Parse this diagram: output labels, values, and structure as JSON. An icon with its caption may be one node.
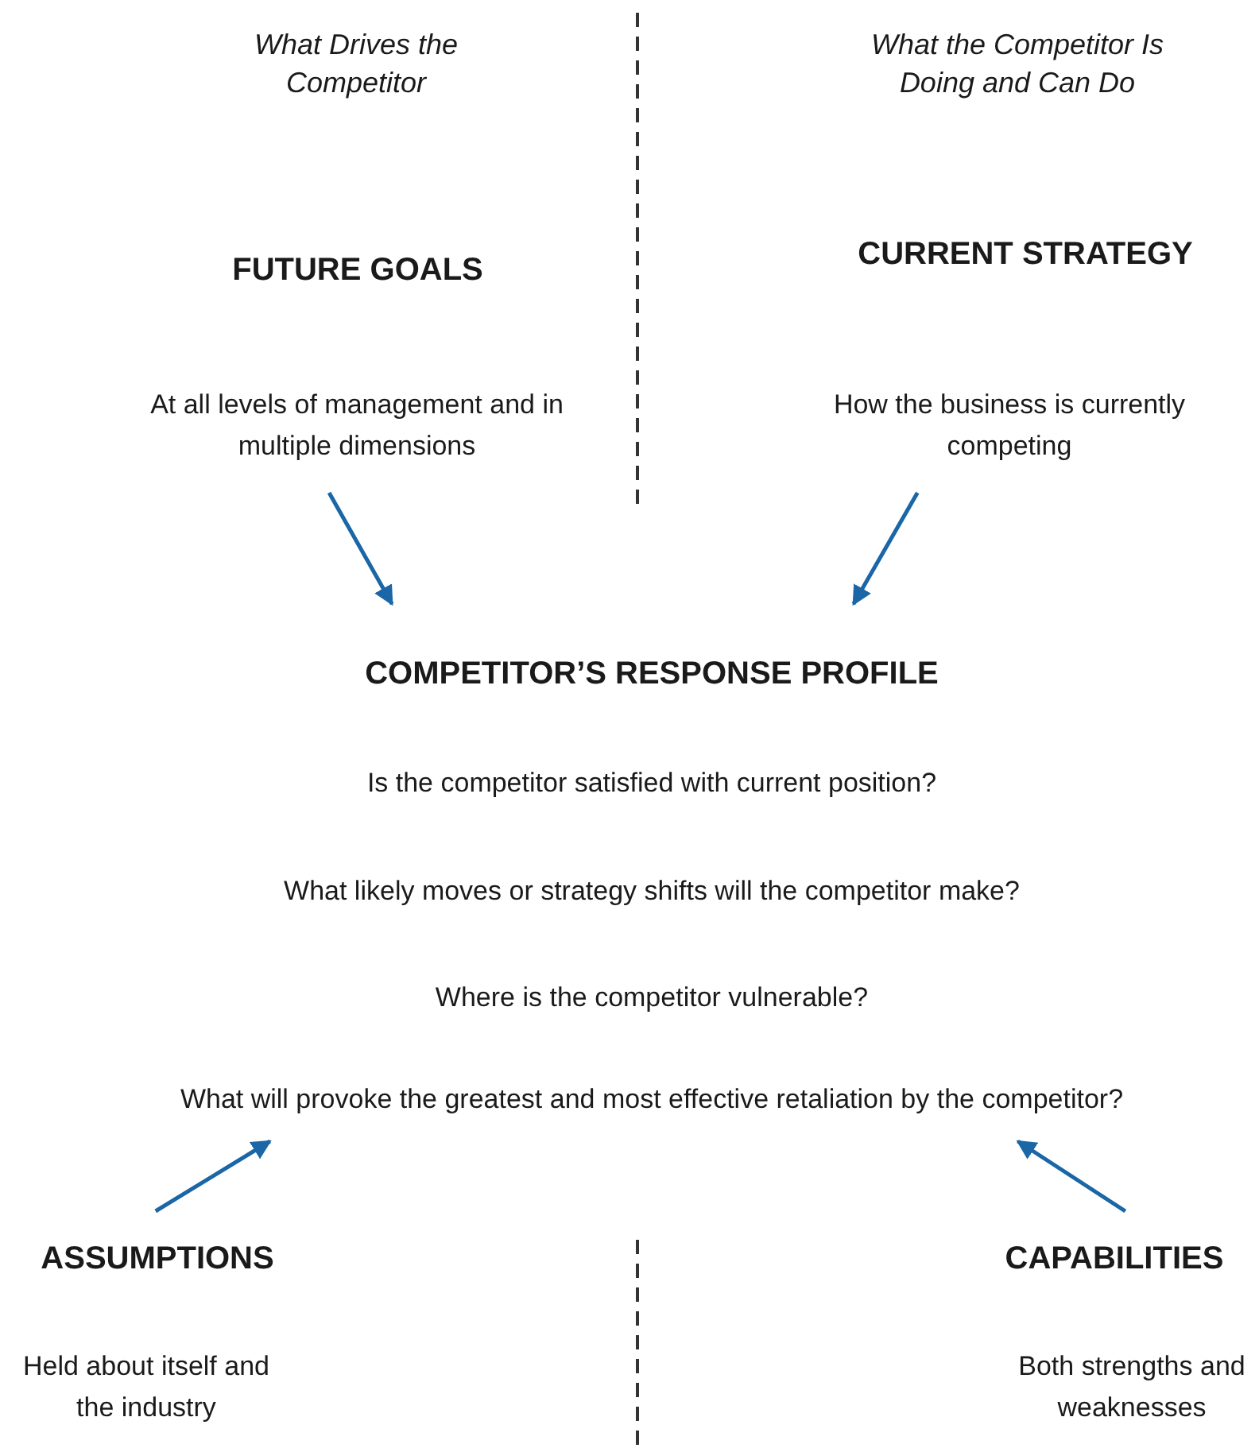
{
  "diagram": {
    "nodes": [
      {
        "text": [
          "FUTURE GOALS",
          "At all levels of management and in multiple dimensions"
        ]
      },
      {
        "text": [
          "CURRENT STRATEGY",
          "How the business is currently competing"
        ]
      },
      {
        "text": [
          "COMPETITOR’S RESPONSE PROFILE",
          "Is the competitor satisfied with current position?",
          "What likely moves or strategy shifts will the competitor make?",
          "Where is the competitor vulnerable?",
          "What will provoke the greatest and most effective retaliation by the competitor?"
        ]
      },
      {
        "text": [
          "ASSUMPTIONS",
          "Held about itself and the industry"
        ]
      },
      {
        "text": [
          "CAPABILITIES",
          "Both strengths and weaknesses"
        ]
      }
    ],
    "edges": [
      {
        "from": 0,
        "to": 2,
        "arrow": "to"
      },
      {
        "from": 1,
        "to": 2,
        "arrow": "to"
      },
      {
        "from": 3,
        "to": 2,
        "arrow": "to"
      },
      {
        "from": 4,
        "to": 2,
        "arrow": "to"
      }
    ],
    "labels": [
      "What Drives the Competitor",
      "What the Competitor Is Doing and Can Do"
    ]
  }
}
